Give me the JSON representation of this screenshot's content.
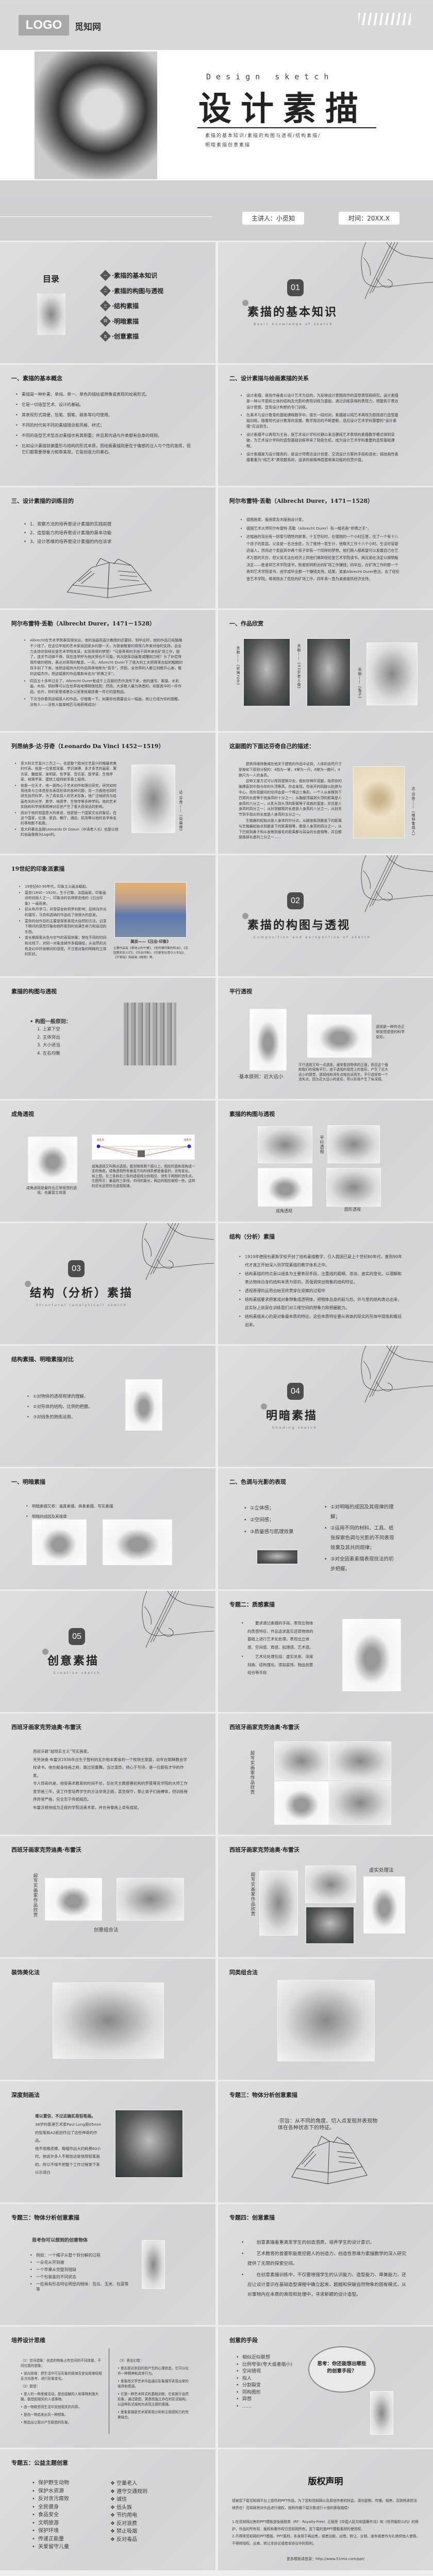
{
  "cover": {
    "logo": "LOGO",
    "brand": "觅知网",
    "subtitle_en": "Design sketch",
    "title": "设计素描",
    "topics_line1": "素描的基本知识/素描的构图与透视/结构素描/",
    "topics_line2": "明暗素描创意素描",
    "speaker": "主讲人：小觅知",
    "time": "时间：20XX.X"
  },
  "slides": [
    {
      "title": "目录",
      "nums": [
        "一",
        "二",
        "三",
        "四",
        "五"
      ],
      "items": [
        "·素描的基本知识",
        "·素描的构图与透视",
        "·结构素描",
        "·明暗素描",
        "·创意素描"
      ]
    },
    {
      "num": "01",
      "title": "素描的基本知识",
      "subtitle": "Basic knowledge of sketch"
    },
    {
      "title": "一、素描的基本概念",
      "bullets": [
        "素描是一种朴素、单纯、单一、单色的描绘或想像或表现的绘画形式。",
        "它是一切造型艺术、设计的基础。",
        "其表现形式简便，铅笔、钢笔、碳条等均可使用。",
        "不同的时代有不同的素描理念和风格、样式；",
        "不同的造型艺术型态对素描也有其侧重；并且其内涵与外表都有自身的规则。",
        "比如设计素描就偏重形与结构的形式本质，而绘画素描则更在于情感的注入与个性的发挥，但它们都需要想象力和审美观，它是创造力的基石。"
      ]
    },
    {
      "title": "二、设计素描与绘画素描的关系",
      "bullets": [
        "设计素描，是指作画者以设计艺术为目的，为反映设计意图而作的造型表现和研究。设计素描是一种以平面和立体的结构及光影的表现训练为基础，通过训练获得的表现力，将服务于表达设计意图，显现设计构想的专门训练。",
        "在美术与设计教育的基础课程教学中，很长一段时间，素描是以纯艺术再现为原则进行造型基础训练。随着现代设计教育的发展，教学观念的不断更新，适应设计艺术学科需要的“设计素描”应运而生。",
        "设计素描不以再现为主旨，使艺术设计学科长期以来沿袭纯艺术表现的素描教学模式得到突破，为艺术设计学科的造型基础训练带来了勃勃生机，成为设计艺术学科重要的造型基础课程。",
        "设计素描是为设计服务的，是设计师表达设计创意、交流设计方案的手段和语言；纯绘画性素描着重为“纯艺术”表现服务的，追求的是精神层面审美功能的欣赏价值。"
      ]
    },
    {
      "title": "三、设计素描的训练目的",
      "bullets": [
        "1、观察方法的培养是设计素描的实践前提",
        "2、造型能力的培养是设计素描的基本功能",
        "3、设计思维的培养是设计素描的内在诉求"
      ]
    },
    {
      "title": "阿尔布雷特·丢勒（Albrecht Durer，1471－1528）",
      "bullets": [
        "德国画家、版画家及木版画设计家。",
        "德国艺术大师阿尔布雷特·丢勒（Albrecht Durer）有一幅名画“祈祷之手”。",
        "这幅画的背后有一则爱与牺牲的故事。十五世纪时，在德国的一个小村庄里，住了一个有十八个孩子的家庭。父亲是一名冶金匠，为了维持一家生计，他每天工作十八个小时。生活尽管窘迫逼人，然而这个家庭其中两个孩子却有一个同样的梦想。他们两人都希望可以发展自己在艺术方面的天份，但父亲无法在经济上供他们俩到纽伦堡艺术学院读书。两兄弟在决定以掷铜板决定——胜者到艺术学院读书，败者则到附近的矿场工作赚钱；四年后，在矿场工作的那一个再到艺术学院读书，由学成毕业那一个赚钱支持。结果，弟弟Albrecht Durer胜出，去了纽伦堡艺术学院。哥哥则去了危险的矿场工作，四年来一直为弟弟提供经济支持。"
      ]
    },
    {
      "title": "阿尔布雷特·丢勒（Albrecht Durer，1471－1528）",
      "bullets": [
        "Albrecht在艺术学院表现很突出，他的油画简直比教授的还要好。到毕业时，他的作品已经能赚不少钱了。在这位年轻的艺术家返回家乡的那一天，为答谢敬爱的哥哥几年来对他的支持，会全力支持你到纽伦堡艺术学院攻读，实现哥哥的梦想！”可是哥哥的手由于四年来在矿场工作，毁了，连关节动弹不得，现在连举杯为他庆贺也不可能，何况是挥动画笔或雕刻刀呢？为了补偿哥哥所做的牺牲，表达对哥哥的敬意，一天，Albrecht Durer下了很大的工夫把哥哥合起的粗糙的双手刻了下来。他把这幅伟大的作品简单地称为“双手”，然而，全世界的人都立刻敞开心扉，敬仰这幅杰作，把这幅爱的作品重新命名为“祈祷之手”。",
        "四百五十多年过去了，Albrecht Durer有成千上百部的杰作流传下来，他的速写、素描、水彩画、木刻、铜刻等可以在世界各地博物馆找到；然而，大多数人最为熟悉的，却是其中的一件作品。也许，你的家里或者办公室里就悬挂着一件它的复制品。",
        "下次当你看到这幅感人的作品，仔细看一下。如果你也需要这么一幅画，就让它成为你的提醒，没有人——没有人能单枪匹马地获得成功！"
      ]
    },
    {
      "title": "一、作品欣赏",
      "cap1": "丢勒——《祈祷之手》",
      "cap2": "丢勒——《93岁老人像》",
      "cap3": "丢勒——《兔子》"
    },
    {
      "title": "列昂纳多·达·芬奇（Leonardo Da Vinci 1452－1519）",
      "bullets": [
        "意大利文艺复兴三杰之一，也是整个欧洲文艺复兴时期最完美的代表。他是一位思想深邃、学识渊博、多才多艺的画家、寓言家、雕塑家、发明家、哲学家、音乐家、医学家、生物学家、地理学家、建筑工程师和军事工程师。",
        "他是一位天才，他一面热心于艺术创作和理论研究，研究如何用线条与立体造型去表现形体的各种问题；另一方面他也同时研究自然科学，为了真实感人的艺术形象，他广泛地研究与绘画有关的光学、数学、地质学、生物学等多种学科。他的艺术实践和科学探索精神对后世产生了重大而深远的影响。",
        "而对于他的祖国意大利来说，他更是一个国家文化的象征，在这个国家，红酒、家具、餐厅、酒店、机场等以他的名字命名的事物数不胜数。",
        "意大利著名品牌Leonardo Di Gasun（中译老人头）也是以他的自画像做为Logo的。"
      ],
      "caption": "达·芬奇——《自画像》"
    },
    {
      "title": "这副图的下面达芬奇自己的描述：",
      "paras": [
        "建筑师维特鲁威在他关于建筑的作品中谈到，人体的自然尺寸是按如下原则分配的：4指为一掌，4掌为一尺，6掌为一腕尺，4腕尺为一人的身高。",
        "这种丈量方式可以用到建筑中去，假如你伸开双腿，抬高你的胳膊直到中指与你的头顶等高，你会发现，你张开的四肢以肚脐为中心，而你双腿间的空间会是一个等边三角形。一个人从发根到下巴颏的长度等于他身高的十分之一；从胸部顶端到头顶的距离是人身高的六分之一，从乳头到头顶的距离等于双肩的宽度，并且是人身高的四分之一；从肘到腋窝的长度是人身高的八分之一，从肘关节到手指尖的长度是人身高的五分之一。",
        "生殖器的起始点是人身体的中分点，从脚底板到膝盖下的距离与生殖器起始点到膝盖下的距离相等，都是人身高的四分之一，从下巴颏到鼻子和从发根到眉毛的距离都与耳朵的长度相等，并且都是面部长度的三分之一……"
      ],
      "caption": "达·芬奇——《维特鲁威人》"
    },
    {
      "title": "19世纪的印象派素描",
      "bullets": [
        "19世纪60-90年代，印象主义画派崛起。",
        "莫奈(1840－1926)，生于巴黎，法国画家。印象画派的创始人之一。印象派的名称即由他的《日出印象》一画而来。",
        "初从布丹学习，并受容金和柯罗的影响；后转向外光的描写，马奈和透纳的作品给了他很大的启发。",
        "莫奈的创作目的主要是探索表现大自然的方法，记录下瞬间的感觉印象和他所看到的充满生命力和运动的东西。",
        "曾长期探索光色与空气的表现效果；常在不同的时间和光线下，对同一对象连续作多幅描绘，从自然的光色变幻中抒发瞬间的感受。不注重对象的明晰的立体的形状。"
      ],
      "caption": "莫奈——《日出·印象》",
      "note": "主要作品有《草地上的午餐》、《圣阿德列斯的阳台》、《花园里的女人们》、《日出印象》、《巴黎圣拉查尔火车站》、《干草垛》和组画《睡莲》等。"
    },
    {
      "num": "02",
      "title": "素描的构图与透视",
      "subtitle": "Composition and perspective of sketch"
    },
    {
      "title": "素描的构图与透视",
      "heading": "•  构图一般原则：",
      "bullets": [
        "1.  上紧下空",
        "2.  主体突出",
        "3.  大小适当",
        "4.  左右均衡"
      ]
    },
    {
      "title": "平行透视",
      "side": "透视是一种符合正常视觉感受的科学变形。",
      "rule": "·基本原则：近大远小",
      "para": "平行透视又叫一点透视，通常看到物体的正面，而且这个面和我们的视角平行。由于透视的视觉上的变形，产生了近大远小的感觉，透视线和消失点就应运而生。平行透视有一个消失点，因为近大远小的变形，所以形体产生了纵深感。"
    },
    {
      "title": "成角透视",
      "caption": "成角透视是最符合正常视觉的透视，也最富立体感",
      "vp_left": "消失点",
      "vp_right": "消失点",
      "para": "    成角透视又叫两点透视，看到物体两个面以上，相应的面和视角成一定的角度。成角透视所有垂直方向的线条都是垂直的，没有变化。\n    如上图，左三条和右三条的透视线分别相交、消失于两侧的消失点。\n    左图所示：垂直的三条线，中间的最长，两边的相应缩短一些。这样的近长远短符合透视规律。"
    },
    {
      "title": "素描的构图与透视",
      "label": "平行透视",
      "cap1": "成角透视",
      "cap2": "圆形透视"
    },
    {
      "num": "03",
      "title": "结构（分析）素描",
      "subtitle": "Structural (analytical) sketch"
    },
    {
      "title": "结构（分析）素描",
      "bullets": [
        "1919年德国包豪斯学校开创了结构素描教学，引入我国已是上个世纪80年代，直到90年代才真正开始深入到学院素描的教学体系之中。",
        "结构素描的特点是以线条为主要表现手段，注重线的粗细、浓淡、虚实的变化，以理解和表达物体自身的结构本质为目的，而强调突出物象的结构特征。",
        "透视原理的运用自始至终贯穿在观察的过程中",
        "结构素描要求把客观对象想象成透明体，把物体自身的前与后、外与里的结构表达出来，这实际上就是在训练我们对三维空间的想象力和把握能力。",
        "结构素描关心的是对象最本质的特征，这些本质特征要从具体的现实的形体中提炼和概括出来。"
      ]
    },
    {
      "title": "结构素描、明暗素描对比",
      "bullets": [
        "①对物体的透视规律的理解。",
        "②对形体的结构、比例的把握。",
        "③对线条的熟练运用。"
      ]
    },
    {
      "num": "04",
      "title": "明暗素描",
      "subtitle": "Shading sketch"
    },
    {
      "title": "一、明暗素描",
      "bullets": [
        "明暗素描又称：逼真素描、具象素描、写实素描",
        "明暗的成因及其规律"
      ]
    },
    {
      "title": "二、色调与光影的表现",
      "col1": [
        "①立体感；",
        "②空间感；",
        "③质量感与肌理效果"
      ],
      "col2": [
        "①对明暗的成因及其规律的理解；",
        "②运用不同的材料、工具、纸张探索色调与光影的不同表现效果及其共同规律；",
        "③对全因素素描表现技法的初步把握。"
      ]
    },
    {
      "num": "05",
      "title": "创意素描",
      "subtitle": "Creative sketch"
    },
    {
      "title": "专题二：质感素描",
      "bullets": [
        "要求通过素描的手段，表现出物体的质感特征，作品追求真实还原物体的基础上进行艺术化处理，表现出立体感、空间感、质感、肌理感、艺术感。",
        "艺术化处理包括：虚实关系、深度刻画、结构强化、添加装饰、物品创意组合等手段"
      ]
    },
    {
      "title": "西班牙画家克劳迪奥·布雷沃",
      "paras": [
        "西班牙籍“超现实主义”写实画家。",
        "    克劳迪奥·布雷沃1936年出生于智利的瓦尔帕本索省的一个牧场主家庭，幼年在耶稣教会学校读书。他在献身绘画之前，跳过芭蕾舞，当过演员，倾心于写诗，是一位颇有才华的作家。",
        "    令人惊奇的是，他受美术教育的时间不长，仅在天主教慈善机构的罗曼蒂克学院的大师工作室学画三年，该工作室培养学生的方法非常正统，甚至保守，禁止弟子们画裸体，但训练程序异常严格，完全忠于传统规范。",
        "    布雷沃很快成为正统的学院派美术家，并在肖像画上卓有成就。"
      ]
    },
    {
      "title": "西班牙画家克劳迪奥·布雷沃",
      "label": "超写实画家作品欣赏"
    },
    {
      "title": "西班牙画家克劳迪奥·布雷沃",
      "label": "超写实画家作品欣赏",
      "caption": "创意组合法"
    },
    {
      "title": "西班牙画家克劳迪奥·布雷沃",
      "label": "超写实画家作品欣赏",
      "caption": "虚实处理法"
    },
    {
      "title": "装饰美化法"
    },
    {
      "title": "同类组合法"
    },
    {
      "title": "深度刻画法",
      "lead": "难以置信，不过这确实是铅笔画。",
      "paras": [
        "    38岁的香港艺术家Paul Lung用05mm的铅笔和A2纸创作出了这些神奇的作品。",
        "    他不用橡皮擦，每幅作品大约耗费60小时。他说许多人不相信这是他用铅笔画的，所以不得不把整个工作过程录下来以示清白"
      ]
    },
    {
      "title": "专题三：物体分析创意素描",
      "aim": "·宗旨：从不同的角度、切入点发现并表现物体在各种状态下的特征。"
    },
    {
      "title": "专题三：物体分析创意素描",
      "heading": "思考你可以想到的创意物体",
      "bullets": [
        "例如：一个橘子从整个到分解的过程",
        "一朵花从开到谢",
        "一个苹果从完整到残缺",
        "一个包装盒的不同状态",
        "一些具有形态特征明显的物体：苦瓜、玉米、包菜等等"
      ]
    },
    {
      "title": "专题四：创意素描",
      "bullets": [
        "创意素描着重激发学生的创造潜质，培养学生的设计意识。",
        "艺术教育的首要职能是挖掘人的创造力，创造性思维为素描教学的深入研究提供了无限的探索空间。",
        "在创意素描训练中，不仅要增强学生的认识能力、造型能力、审美能力，还应让设计意识在基础造型课程中确立起来，超越和突破自然物象的固有模式，从对事物内在本质的表现和处理中，寻求新颖的设计造型。"
      ]
    },
    {
      "title": "培养设计思维",
      "col1": [
        "（1）空间想象：创造的物象占有空间的不同体量、不同位置的想象；",
        "•  逆向思维：把生活中可见形象的规律及变化规律经相反方向思考，进行形象变化。",
        "（2）联想：",
        "•  是人的一种思维活动，是由接触的人和事物刺激大脑，联想起相关的人或事物。",
        "•  由一物联想到生活中其他相关的内容。",
        "•  是由一物启发出另一种想象。",
        "•  制造出让观众产生联想的形象。"
      ],
      "col2": [
        "（3）意志幻想：",
        "•  意志是达到目的而产生的心理状态，它可以化作一种精神和具体行为。",
        "•  意象指文学艺术作品通过形象描写表现出来的境界和情调。",
        "•  它是一种艺术样式的基础训练，它依据于自然形象，通过联想，寓意而独立存在的形式结构，以这种形式结构为表现主题的素描。",
        "•  意象素描是艺术家客观分析和主观感知力的完美结合。"
      ]
    },
    {
      "title": "创意的手段",
      "bullets": [
        "相似近似联想",
        "比例夸张(夸大或者缩小)",
        "空间错视",
        "拟人",
        "分割裂变",
        "同构图形",
        "异想",
        "……"
      ],
      "cloud": "思考：你还能想出哪些的创意手段？"
    },
    {
      "title": "专题五：公益主题创意",
      "col1": [
        "保护野生动物",
        "保护水资源",
        "反对贪污腐败",
        "全民健身",
        "食品安全",
        "文明旅游",
        "保护环境",
        "传递正能量",
        "关爱留守儿童"
      ],
      "col2": [
        "空巢老人",
        "遵守交通规则",
        "诚信",
        "低头族",
        "节约用电",
        "反对浪费",
        "禁止吸烟",
        "反对毒品"
      ]
    },
    {
      "title": "版权声明",
      "paras": [
        "感谢您下载觅知网平台上提供的PPT作品，为了您和觅知网以及原创作者的利益，请勿复制、传播、销售，否则将承担法律责任！觅知网将对作品进行维权，按照传播下载次数进行十倍的索取赔偿！",
        "",
        "1.在觅知网出售的PPT模板是免版税类（RF：Royalty-Free）正版受《中国人民共和国著作法》和《世界版权公约》的保护，作品的所有权、版权和著作权归觅知网所有，您下载的是PPT模板素材的使用权。",
        "2.不得将觅知网的PPT模板、PPT素材，本身用于再出售，或者出租、出借、转让、分销、发布或者作为礼物供他人使用，不得转授权、出卖、转让本协议或者本协议中的权利。"
      ],
      "link": "更多模板请登录：http://www.51miz.com/ppt/"
    }
  ],
  "colors": {
    "badge": "#4d4d4d",
    "slide_bg": "#d9d9db",
    "text": "#333333"
  }
}
